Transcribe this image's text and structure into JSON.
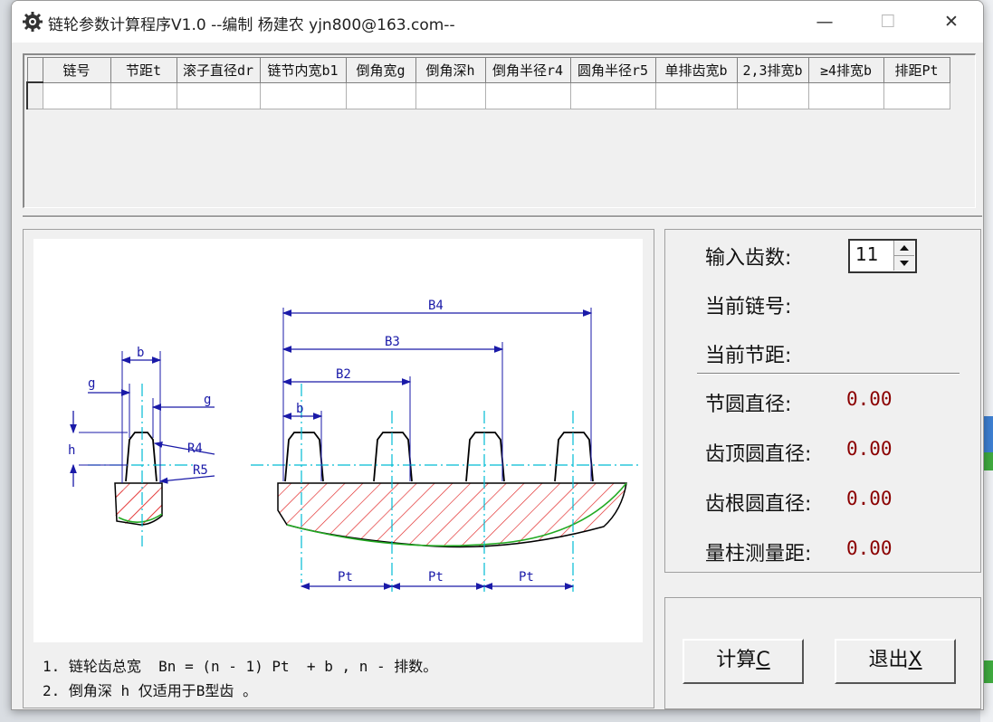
{
  "window": {
    "title": "链轮参数计算程序V1.0  --编制 杨建农 yjn800@163.com--",
    "minimize_symbol": "—",
    "maximize_symbol": "☐",
    "close_symbol": "✕"
  },
  "grid": {
    "headers": [
      "链号",
      "节距t",
      "滚子直径dr",
      "链节内宽b1",
      "倒角宽g",
      "倒角深h",
      "倒角半径r4",
      "圆角半径r5",
      "单排齿宽b",
      "2,3排宽b",
      "≥4排宽b",
      "排距Pt"
    ]
  },
  "figure": {
    "labels": {
      "b_left": "b",
      "g_left": "g",
      "g_right": "g",
      "h": "h",
      "r4": "R4",
      "r5": "R5",
      "b4": "B4",
      "b3": "B3",
      "b2": "B2",
      "b_right": "b",
      "pt": "Pt"
    },
    "colors": {
      "outline": "#000000",
      "dimension": "#1a1aa8",
      "centerline": "#00bcd4",
      "hatch": "#e02020",
      "root_arc": "#22aa22"
    }
  },
  "notes": {
    "line1": "1. 链轮齿总宽  Bn = (n - 1) Pt  + b , n - 排数。",
    "line2": "2. 倒角深 h 仅适用于B型齿 。"
  },
  "inputs": {
    "teeth_label": "输入齿数:",
    "teeth_value": "11",
    "chain_no_label": "当前链号:",
    "pitch_label": "当前节距:"
  },
  "results": {
    "pitch_circle_label": "节圆直径:",
    "pitch_circle_value": "0.00",
    "tip_circle_label": "齿顶圆直径:",
    "tip_circle_value": "0.00",
    "root_circle_label": "齿根圆直径:",
    "root_circle_value": "0.00",
    "measure_label": "量柱测量距:",
    "measure_value": "0.00"
  },
  "buttons": {
    "calc_text": "计算",
    "calc_key": "C",
    "exit_text": "退出",
    "exit_key": "X"
  }
}
